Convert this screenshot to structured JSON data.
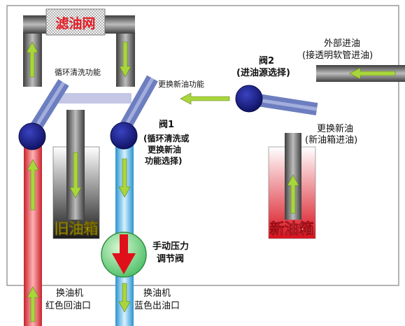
{
  "labels": {
    "filter": "滤油网",
    "circulation": "循环清洗功能",
    "replace_function": "更换新油功能",
    "valve2_title": "阀2",
    "valve2_sub": "(进油源选择)",
    "external_1": "外部进油",
    "external_2": "(接透明软管进油)",
    "valve1_title": "阀1",
    "valve1_sub1": "(循环清洗或",
    "valve1_sub2": "更换新油",
    "valve1_sub3": "功能选择)",
    "new_oil_1": "更换新油",
    "new_oil_2": "(新油箱进油)",
    "old_tank": "旧油箱",
    "new_tank": "新油箱",
    "pressure_1": "手动压力",
    "pressure_2": "调节阀",
    "red_port_1": "换油机",
    "red_port_2": "红色回油口",
    "blue_port_1": "换油机",
    "blue_port_2": "蓝色出油口"
  },
  "colors": {
    "red_pipe": "#e8434a",
    "blue_pipe": "#4fb3e8",
    "gray_pipe": "#6f6f6f",
    "valve": "#1b1f8c",
    "valve_pipe": "#6d7ec0",
    "arrow": "#a8d63c",
    "old_tank_text": "#f3e21b",
    "new_tank_text": "#ffffff",
    "pressure_valve": "#7ed98a",
    "pressure_arrow": "#e0101a"
  }
}
